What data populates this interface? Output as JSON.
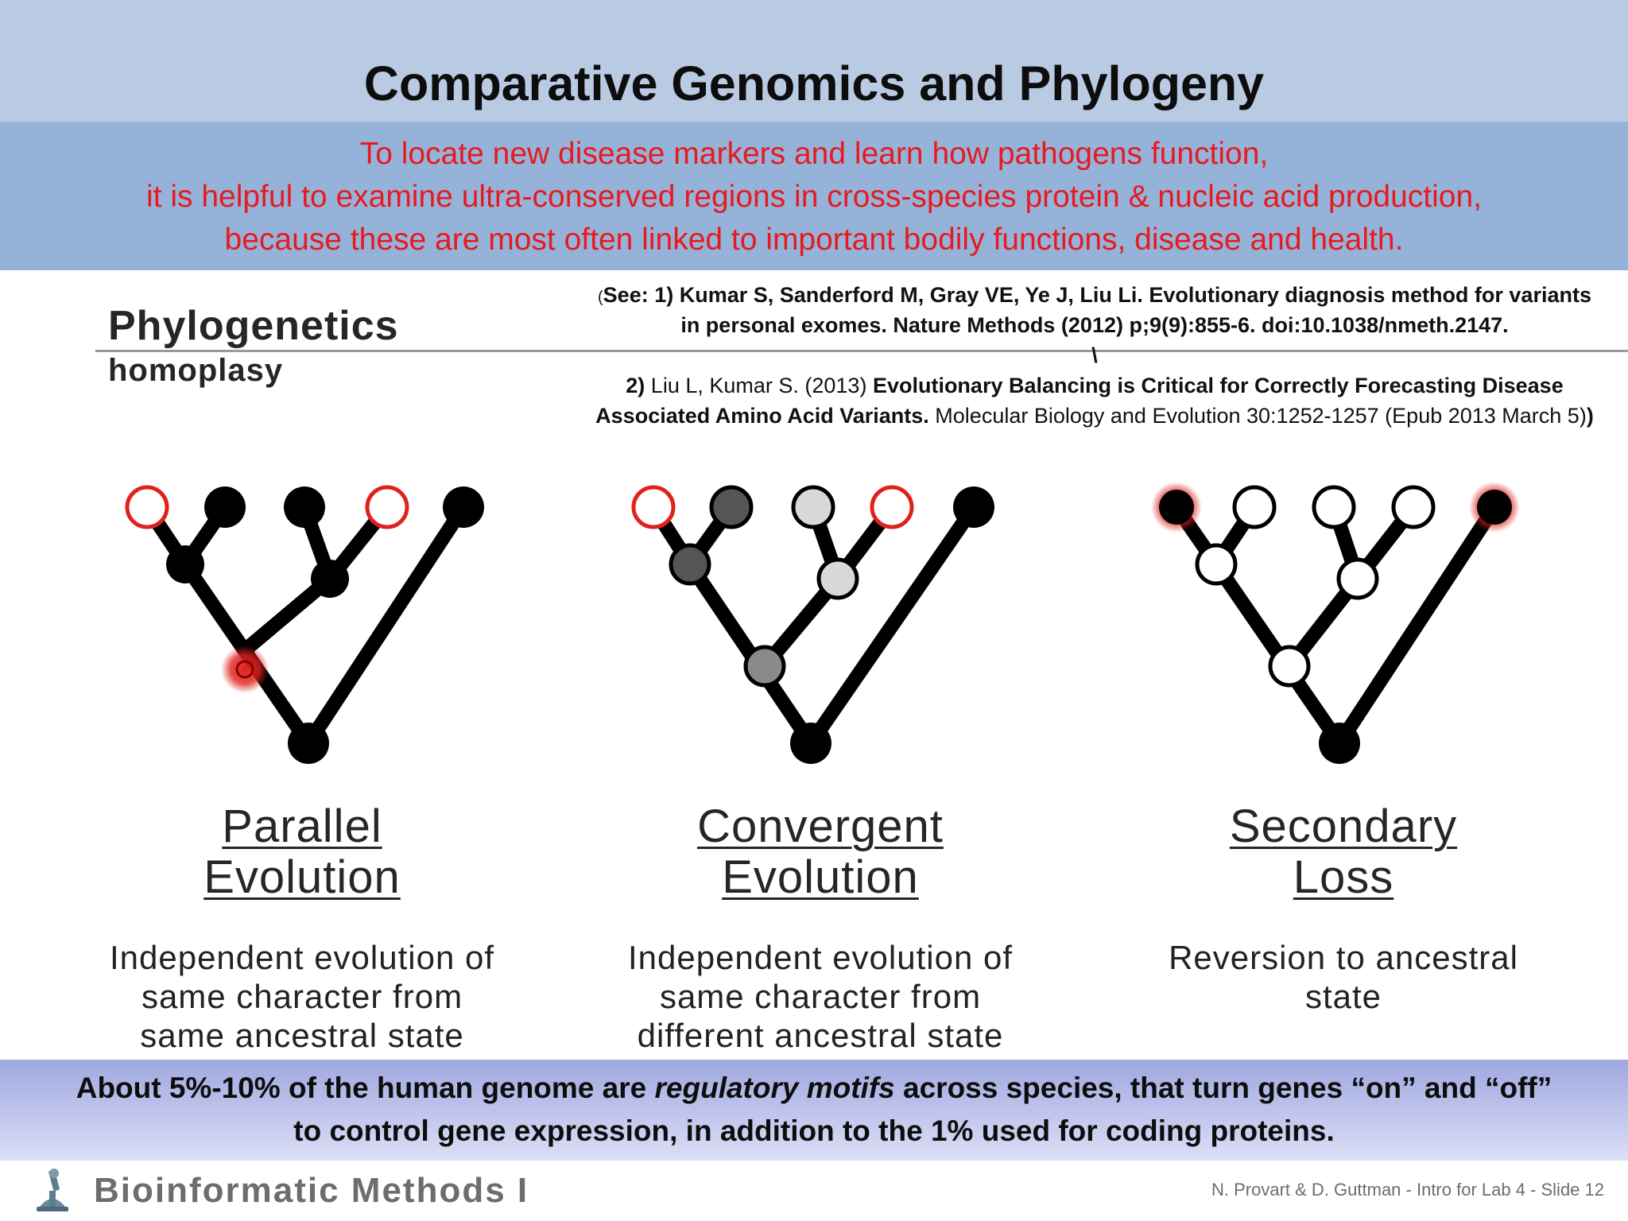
{
  "slide": {
    "title": "Comparative Genomics and Phylogeny",
    "intro_lines": [
      "To locate new disease markers and learn how pathogens function,",
      "it is helpful to examine ultra-conserved regions in cross-species protein & nucleic acid production,",
      "because these are most often linked to important bodily functions, disease and health."
    ]
  },
  "figure": {
    "heading": "Phylogenetics",
    "subheading": "homoplasy",
    "panels": [
      {
        "title_line1": "Parallel",
        "title_line2": "Evolution",
        "desc_lines": [
          "Independent evolution of",
          "same character from",
          "same ancestral state"
        ]
      },
      {
        "title_line1": "Convergent",
        "title_line2": "Evolution",
        "desc_lines": [
          "Independent evolution of",
          "same character from",
          "different ancestral state"
        ]
      },
      {
        "title_line1": "Secondary",
        "title_line2": "Loss",
        "desc_lines": [
          "Reversion to ancestral",
          "state"
        ]
      }
    ]
  },
  "references": {
    "ref1_open": "(",
    "ref1_line1": "See: 1) Kumar S, Sanderford M, Gray VE, Ye J, Liu Li. Evolutionary diagnosis method for variants",
    "ref1_line2": "in personal exomes. Nature Methods (2012) p;9(9):855-6. doi:10.1038/nmeth.2147.",
    "separator": "\\",
    "ref2_num": "2)",
    "ref2_authors": " Liu L, Kumar S. (2013) ",
    "ref2_title_a": "Evolutionary Balancing is Critical for Correctly Forecasting Disease",
    "ref2_title_b": "Associated Amino Acid Variants.",
    "ref2_journal": " Molecular Biology and Evolution 30:1252-1257 (Epub 2013 March 5)",
    "ref2_close": ")"
  },
  "bottom": {
    "line1_a": "About 5%-10% of the human genome are ",
    "line1_em": "regulatory motifs",
    "line1_b": " across species, that turn genes “on” and “off”",
    "line2": "to control gene expression, in addition to the 1% used for coding proteins."
  },
  "footer": {
    "left": "Bioinformatic Methods I",
    "right": "N. Provart & D. Guttman  - Intro for Lab 4 - Slide 12"
  },
  "colors": {
    "title_band": "#b9cbe3",
    "intro_band": "#95b3d8",
    "intro_text": "#e8191f",
    "node_black": "#000000",
    "node_red": "#e0221c",
    "node_dark_gray": "#555555",
    "node_mid_gray": "#8a8a8a",
    "node_light_gray": "#d8d8d8"
  }
}
